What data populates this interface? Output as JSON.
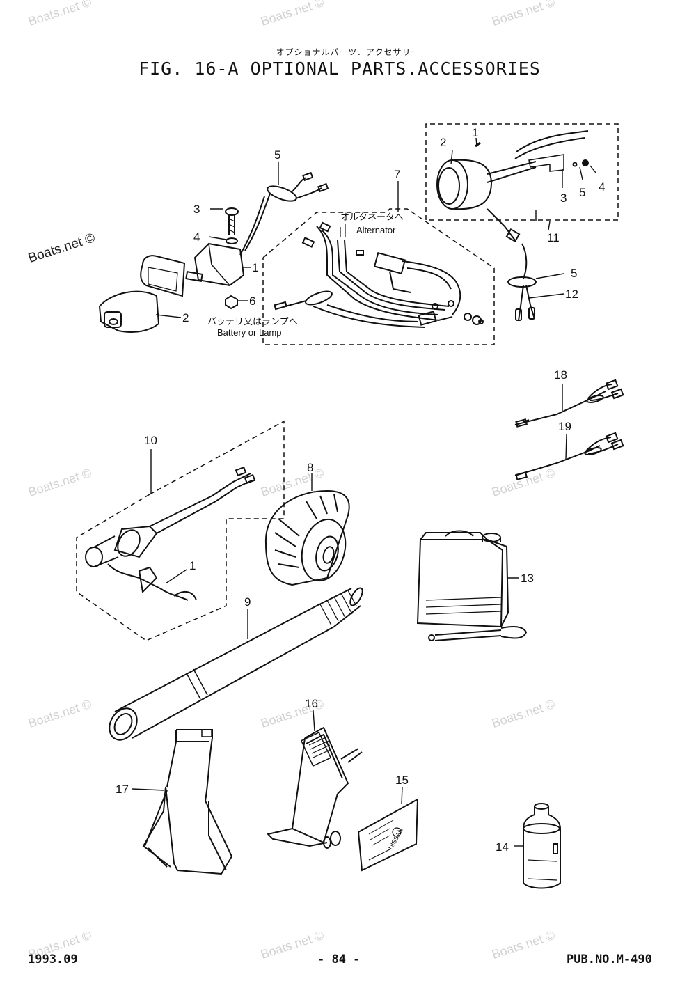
{
  "header": {
    "title_ja": "オプショナルパーツ．アクセサリー",
    "title": "FIG. 16-A OPTIONAL PARTS.ACCESSORIES"
  },
  "footer": {
    "date": "1993.09",
    "page": "- 84 -",
    "pub_no": "PUB.NO.M-490"
  },
  "watermark": "Boats.net ©",
  "callouts": {
    "c1_top": "1",
    "c2_top": "2",
    "c3_top": "3",
    "c4_top": "4",
    "c5_top": "5",
    "c3_left": "3",
    "c4_left": "4",
    "c5_left": "5",
    "c1_left": "1",
    "c2_left": "2",
    "c6_left": "6",
    "c7": "7",
    "c5_right": "5",
    "c11": "11",
    "c12": "12",
    "c18": "18",
    "c19": "19",
    "c10": "10",
    "c1_mid": "1",
    "c8": "8",
    "c9": "9",
    "c13": "13",
    "c16": "16",
    "c17": "17",
    "c15": "15",
    "c14": "14"
  },
  "labels": {
    "alternator_ja": "オルタネータへ",
    "alternator": "Alternator",
    "battery_ja": "バッテリ又はランプへ",
    "battery": "Battery or Lamp",
    "nissan": "NISSAN"
  },
  "icons": [
    "tachometer-gauge-icon",
    "switch-box-icon",
    "wire-harness-icon",
    "fuel-tank-icon",
    "flush-tube-icon",
    "trolley-icon",
    "stand-icon",
    "spray-can-icon"
  ]
}
